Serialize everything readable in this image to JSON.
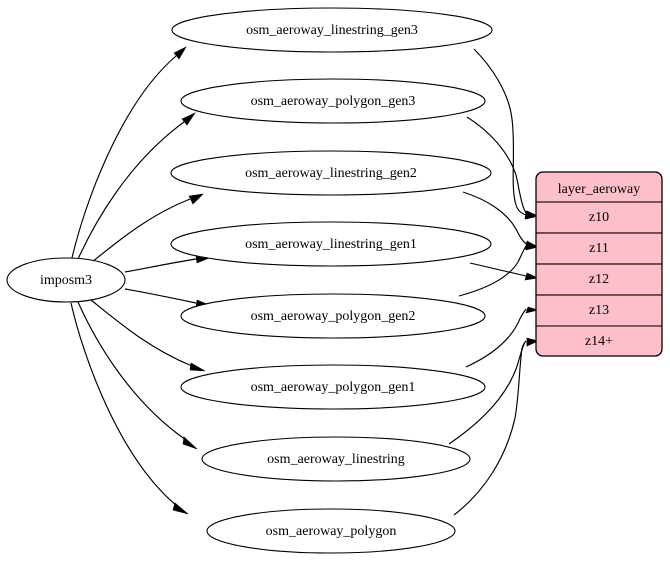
{
  "diagram": {
    "type": "graphviz-digraph",
    "background_color": "#ffffff",
    "source_node": {
      "id": "imposm3",
      "label": "imposm3",
      "shape": "ellipse",
      "fill": "#ffffff"
    },
    "intermediate_nodes": [
      {
        "id": "osm_aeroway_linestring_gen3",
        "label": "osm_aeroway_linestring_gen3",
        "shape": "ellipse"
      },
      {
        "id": "osm_aeroway_polygon_gen3",
        "label": "osm_aeroway_polygon_gen3",
        "shape": "ellipse"
      },
      {
        "id": "osm_aeroway_linestring_gen2",
        "label": "osm_aeroway_linestring_gen2",
        "shape": "ellipse"
      },
      {
        "id": "osm_aeroway_linestring_gen1",
        "label": "osm_aeroway_linestring_gen1",
        "shape": "ellipse"
      },
      {
        "id": "osm_aeroway_polygon_gen2",
        "label": "osm_aeroway_polygon_gen2",
        "shape": "ellipse"
      },
      {
        "id": "osm_aeroway_polygon_gen1",
        "label": "osm_aeroway_polygon_gen1",
        "shape": "ellipse"
      },
      {
        "id": "osm_aeroway_linestring",
        "label": "osm_aeroway_linestring",
        "shape": "ellipse"
      },
      {
        "id": "osm_aeroway_polygon",
        "label": "osm_aeroway_polygon",
        "shape": "ellipse"
      }
    ],
    "layer_table": {
      "header": "layer_aeroway",
      "fill": "#ffc0cb",
      "border_color": "#000000",
      "rows": [
        {
          "label": "z10"
        },
        {
          "label": "z11"
        },
        {
          "label": "z12"
        },
        {
          "label": "z13"
        },
        {
          "label": "z14+"
        }
      ]
    },
    "edges": [
      {
        "from": "imposm3",
        "to": "osm_aeroway_linestring_gen3"
      },
      {
        "from": "imposm3",
        "to": "osm_aeroway_polygon_gen3"
      },
      {
        "from": "imposm3",
        "to": "osm_aeroway_linestring_gen2"
      },
      {
        "from": "imposm3",
        "to": "osm_aeroway_linestring_gen1"
      },
      {
        "from": "imposm3",
        "to": "osm_aeroway_polygon_gen2"
      },
      {
        "from": "imposm3",
        "to": "osm_aeroway_polygon_gen1"
      },
      {
        "from": "imposm3",
        "to": "osm_aeroway_linestring"
      },
      {
        "from": "imposm3",
        "to": "osm_aeroway_polygon"
      },
      {
        "from": "osm_aeroway_linestring_gen3",
        "to": "layer_aeroway:z10"
      },
      {
        "from": "osm_aeroway_polygon_gen3",
        "to": "layer_aeroway:z10"
      },
      {
        "from": "osm_aeroway_linestring_gen2",
        "to": "layer_aeroway:z11"
      },
      {
        "from": "osm_aeroway_polygon_gen2",
        "to": "layer_aeroway:z11"
      },
      {
        "from": "osm_aeroway_linestring_gen1",
        "to": "layer_aeroway:z12"
      },
      {
        "from": "osm_aeroway_polygon_gen1",
        "to": "layer_aeroway:z13"
      },
      {
        "from": "osm_aeroway_linestring",
        "to": "layer_aeroway:z14+"
      },
      {
        "from": "osm_aeroway_polygon",
        "to": "layer_aeroway:z14+"
      }
    ]
  }
}
